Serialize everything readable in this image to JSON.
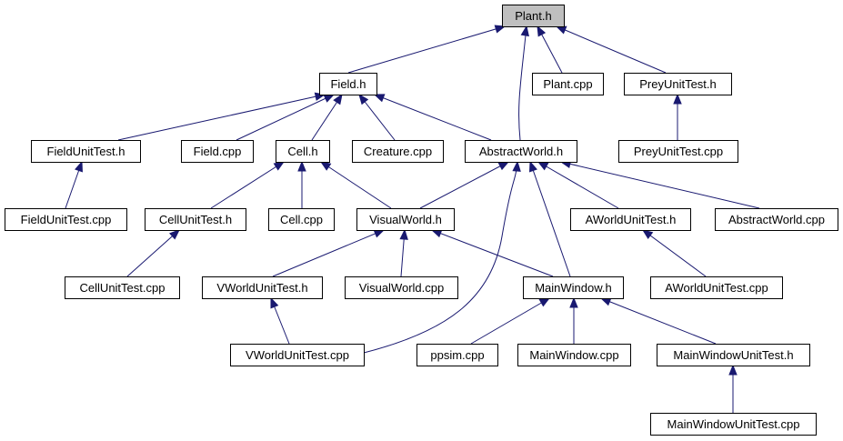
{
  "graph": {
    "nodes": {
      "plant_h": "Plant.h",
      "field_h": "Field.h",
      "plant_cpp": "Plant.cpp",
      "preyunittest_h": "PreyUnitTest.h",
      "fieldunittest_h": "FieldUnitTest.h",
      "field_cpp": "Field.cpp",
      "cell_h": "Cell.h",
      "creature_cpp": "Creature.cpp",
      "abstractworld_h": "AbstractWorld.h",
      "preyunittest_cpp": "PreyUnitTest.cpp",
      "fieldunittest_cpp": "FieldUnitTest.cpp",
      "cellunittest_h": "CellUnitTest.h",
      "cell_cpp": "Cell.cpp",
      "visualworld_h": "VisualWorld.h",
      "aworldunittest_h": "AWorldUnitTest.h",
      "abstractworld_cpp": "AbstractWorld.cpp",
      "cellunittest_cpp": "CellUnitTest.cpp",
      "vworldunittest_h": "VWorldUnitTest.h",
      "visualworld_cpp": "VisualWorld.cpp",
      "mainwindow_h": "MainWindow.h",
      "aworldunittest_cpp": "AWorldUnitTest.cpp",
      "vworldunittest_cpp": "VWorldUnitTest.cpp",
      "ppsim_cpp": "ppsim.cpp",
      "mainwindow_cpp": "MainWindow.cpp",
      "mainwindowunittest_h": "MainWindowUnitTest.h",
      "mainwindowunittest_cpp": "MainWindowUnitTest.cpp"
    },
    "colors": {
      "edge": "#191970",
      "root_fill": "#bfbfbf",
      "node_fill": "#ffffff",
      "border": "#000000"
    }
  }
}
